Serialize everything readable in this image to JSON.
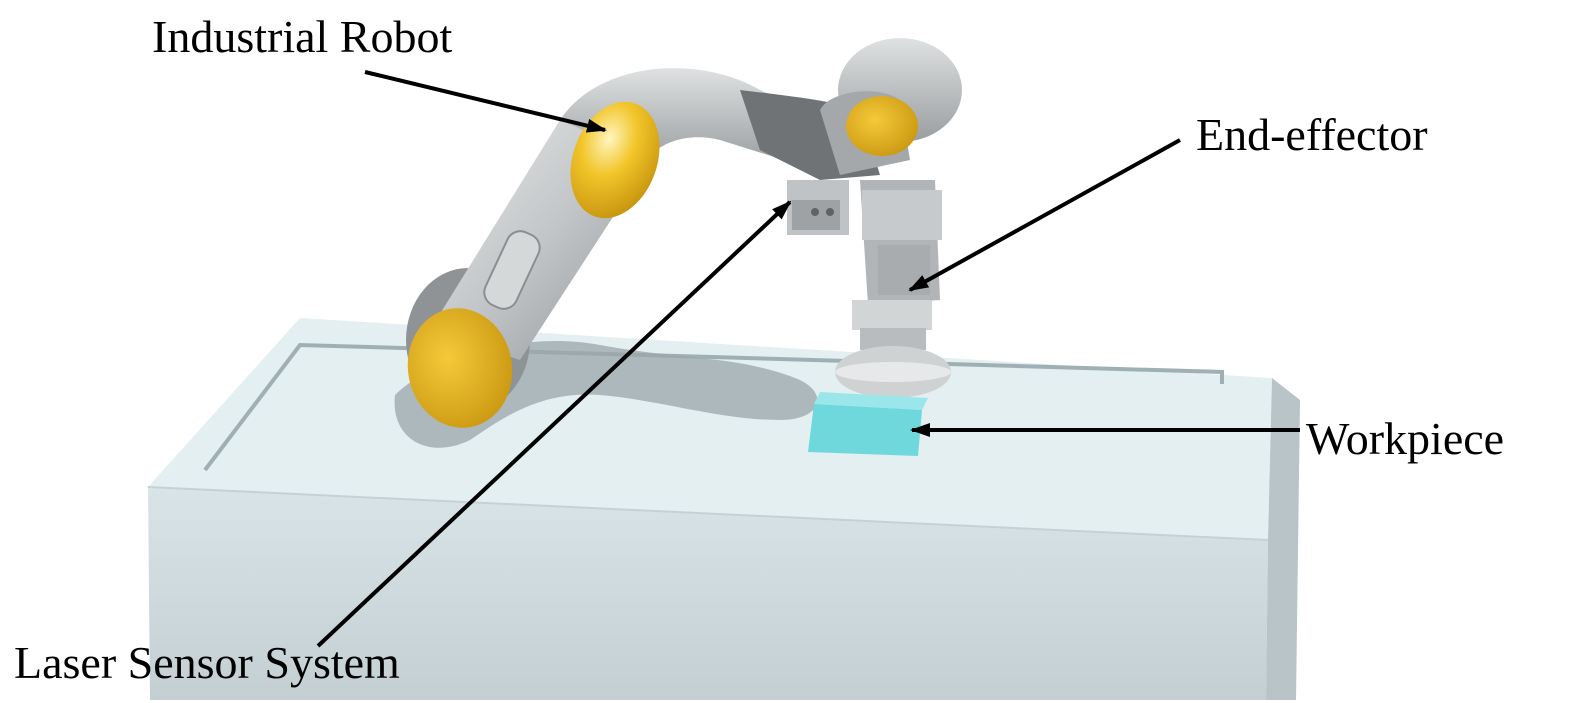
{
  "labels": {
    "industrial_robot": "Industrial Robot",
    "end_effector": "End-effector",
    "workpiece": "Workpiece",
    "laser_sensor_system": "Laser Sensor System"
  },
  "colors": {
    "table_top": "#e2eef1",
    "table_side": "#cdd9dc",
    "robot_body": "#bfc2c4",
    "joint_cap": "#e8b61a",
    "workpiece": "#6fd8dd",
    "arrow": "#000000"
  }
}
